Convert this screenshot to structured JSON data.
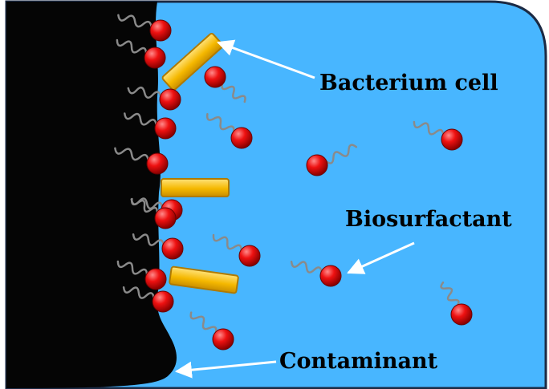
{
  "labels": {
    "bacterium": "Bacterium cell",
    "biosurfactant": "Biosurfactant",
    "contaminant": "Contaminant"
  },
  "colors": {
    "water": "#48b6ff",
    "water_border": "#1b2a44",
    "contaminant": "#050505",
    "molecule_head": "#ee1111",
    "molecule_tail": "#8a8a8a",
    "bacterium_fill": "#f5b800",
    "bacterium_edge": "#b07a00",
    "arrow": "#ffffff"
  }
}
